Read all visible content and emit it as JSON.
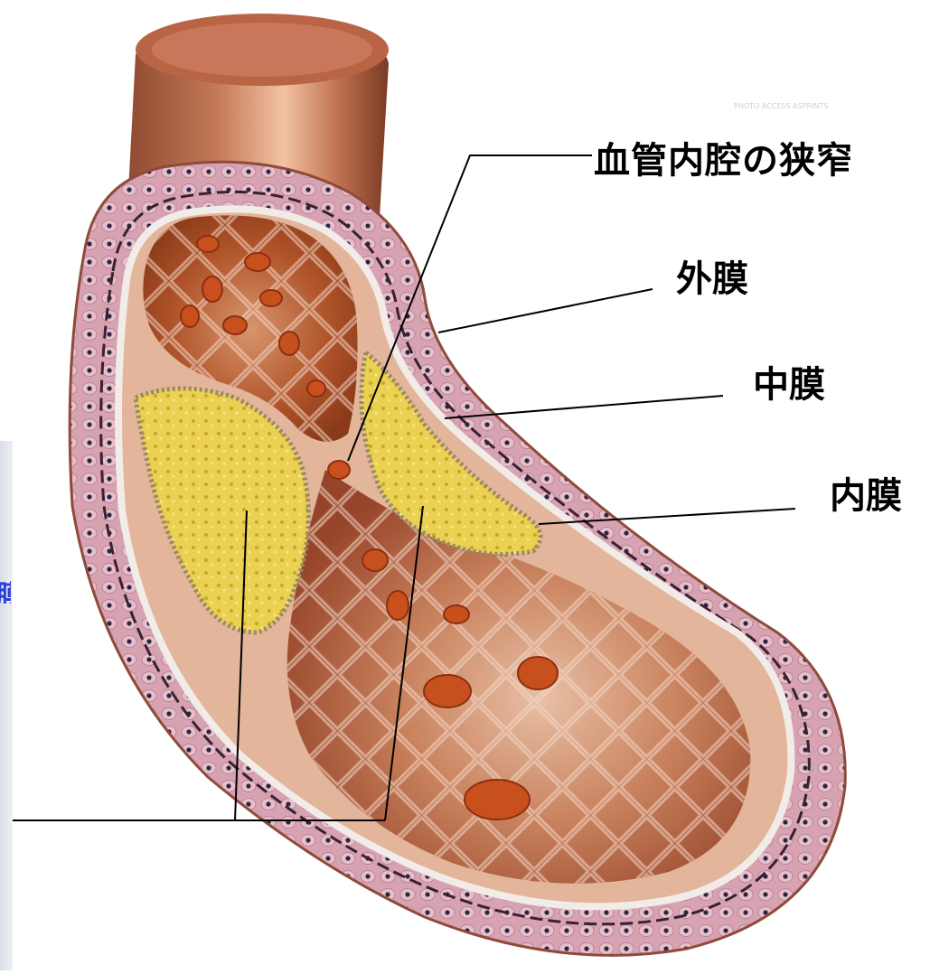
{
  "labels": {
    "lumen_stenosis": "血管内腔の狭窄",
    "adventitia": "外膜",
    "media": "中膜",
    "intima": "内膜"
  },
  "watermark": "PHOTO ACCESS ASPRINTS",
  "side_glyph": "膜",
  "colors": {
    "vessel_outer": "#b5674a",
    "wall_tissue": "#d9a6b4",
    "plaque": "#e9c64a",
    "lumen": "#a4481f",
    "blood_cell": "#c8501d",
    "nucleus": "#2c2448",
    "leader_line": "#000000",
    "side_text": "#2b3fd6"
  }
}
